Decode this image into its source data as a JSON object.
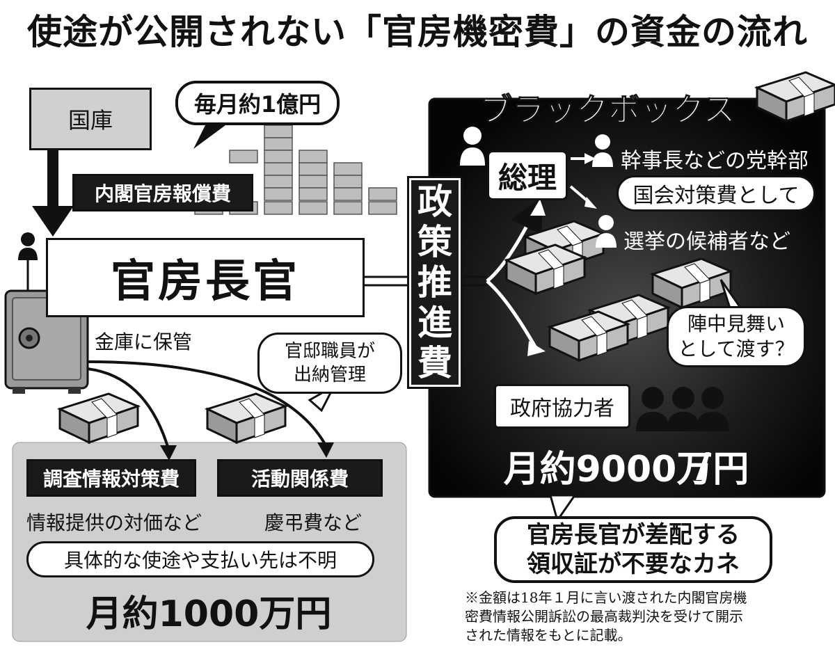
{
  "title": "使途が公開されない「官房機密費」の資金の流れ",
  "kokko": "国庫",
  "monthly_total_bubble": "毎月約1億円",
  "naikaku_label": "内閣官房報償費",
  "kanbo_chokan": "官房長官",
  "kinko": "金庫に保管",
  "kantei_bubble": [
    "官邸職員が",
    "出納管理"
  ],
  "chosa_label": "調査情報対策費",
  "chosa_desc": "情報提供の対価など",
  "katsudo_label": "活動関係費",
  "katsudo_desc": "慶弔費など",
  "unknown_bubble": "具体的な使途や支払い先は不明",
  "left_amount": "月約1000万円",
  "seisaku": [
    "政",
    "策",
    "推",
    "進",
    "費"
  ],
  "blackbox_title": "ブラックボックス",
  "sori": "総理",
  "kanjicho": "幹事長などの党幹部",
  "kokkai_bubble": "国会対策費として",
  "senkyo": "選挙の候補者など",
  "jinchu_bubble": [
    "陣中見舞い",
    "として渡す？"
  ],
  "seifu_kyoryoku": "政府協力者",
  "right_amount": "月約9000万円",
  "receipt_bubble": [
    "官房長官が差配する",
    "領収証が不要なカネ"
  ],
  "note": [
    "※金額は18年１月に言い渡された内閣官房機",
    "密費情報公開訴訟の最高裁判決を受けて開示",
    "された情報をもとに記載。"
  ],
  "icons": [
    "person-icon",
    "safe-icon",
    "money-bundle-icon",
    "coin-stack-icon",
    "arrow-icon"
  ],
  "colors": {
    "dark": "#1a1a1a",
    "gray": "#d4d4d4",
    "panel": "#cfcfcf"
  }
}
